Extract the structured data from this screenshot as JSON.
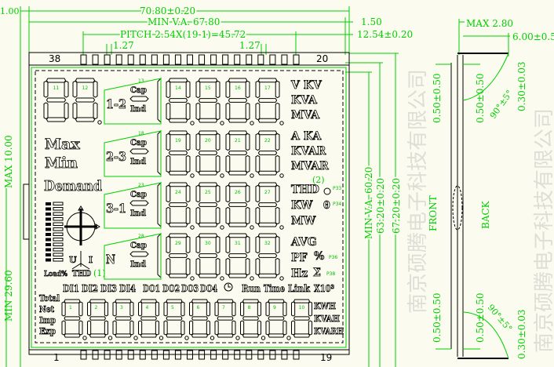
{
  "dimensions": {
    "left_offset": "1.00",
    "overall_width": "70.80±0.20",
    "min_va_width": "MIN V.A. 67.80",
    "edge_1_50": "1.50",
    "pitch": "PITCH 2.54X(19-1)=45.72",
    "pin_offset": "12.54±0.20",
    "pin_width_left": "1.27",
    "pin_width_right": "1.27",
    "max_thickness": "MAX 2.80",
    "pin_length": "6.00±0.5",
    "max_height_left": "MAX 10.00",
    "min_bottom_left": "MIN 29.60",
    "min_va_height": "MIN V.A. 60.20",
    "glass_height": "63.20±0.20",
    "overall_height": "67.20±0.20",
    "front_top_tol": "0.50±0.50",
    "back_top_tol": "0.50±0.50",
    "top_pin_thick": "0.30±0.03",
    "top_angle": "90°±5°",
    "front_bottom_tol": "0.50±0.50",
    "back_bottom_tol": "0.50±0.50",
    "bottom_pin_thick": "0.30±0.03",
    "bottom_angle": "90°±5°"
  },
  "side_view": {
    "front": "FRONT",
    "back": "BACK"
  },
  "pins": {
    "top_left": "38",
    "top_right": "20",
    "bottom_left": "1",
    "bottom_right": "19",
    "count_per_row": 19
  },
  "lcd": {
    "left_labels": {
      "max": "Max",
      "min": "Min",
      "demand": "Demand",
      "load": "Load%",
      "u": "U",
      "i": "I",
      "thd": "THD",
      "thd_note": "(1)"
    },
    "row_labels": [
      "1-2",
      "2-3",
      "3-1",
      "N"
    ],
    "cap": "Cap",
    "ind": "Ind",
    "right_labels": [
      "V KV",
      "KVA",
      "MVA",
      "A KA",
      "KVAR",
      "MVAR",
      "THD",
      "KW",
      "MW",
      "AVG",
      "PF",
      "Hz"
    ],
    "right_symbols": {
      "percent": "%",
      "sigma": "Σ",
      "theta": "θ",
      "thd_note": "(2)"
    },
    "segment_codes": {
      "p33": "P33",
      "p34": "P34",
      "p36": "P36",
      "p38": "P38"
    },
    "status_labels": [
      "DI1",
      "DI2",
      "DI3",
      "DI4",
      "DO1",
      "DO2",
      "DO3",
      "DO4",
      "Run",
      "Time",
      "Link",
      "X10³"
    ],
    "energy_left": [
      "Total",
      "Net",
      "Imp",
      "Exp"
    ],
    "energy_units": [
      "KWH",
      "KVAH",
      "KVARH"
    ],
    "digit_numbers": {
      "top_left": [
        "11",
        "12"
      ],
      "row1": [
        "14",
        "15",
        "16",
        "17"
      ],
      "row1_sign": "13",
      "row2": [
        "19",
        "20",
        "21",
        "22"
      ],
      "row2_sign": "18",
      "row3": [
        "24",
        "25",
        "26",
        "27"
      ],
      "row3_sign": "23",
      "row4": [
        "29",
        "30",
        "31",
        "32"
      ],
      "row4_sign": "28",
      "bottom": [
        "1",
        "2",
        "3",
        "4",
        "5",
        "6",
        "7",
        "8",
        "9",
        "10"
      ]
    }
  },
  "watermark": "南京硕腾电子科技有限公司",
  "colors": {
    "dimension": "#00d000",
    "outline": "#000000",
    "background": "#fbfbef"
  }
}
